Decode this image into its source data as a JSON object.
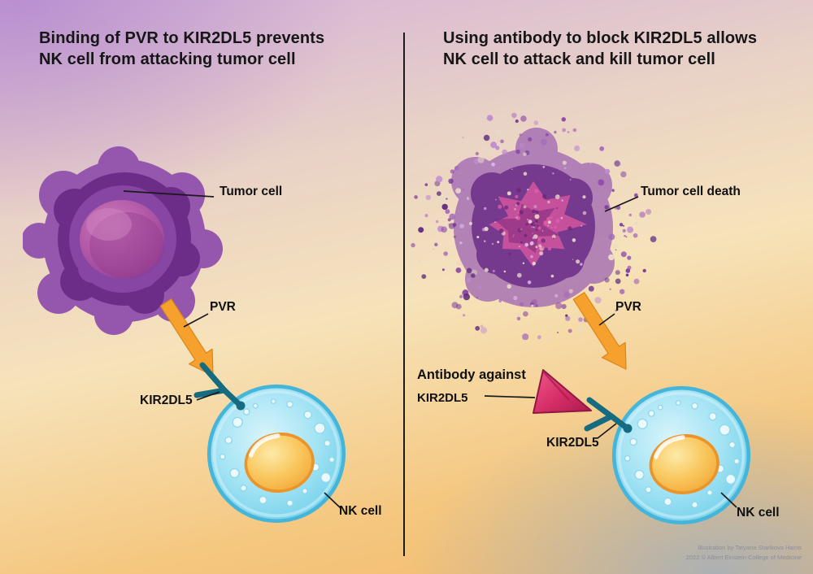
{
  "left_panel": {
    "title": "Binding of PVR to KIR2DL5 prevents\nNK cell from attacking tumor cell",
    "labels": {
      "tumor_cell": "Tumor cell",
      "pvr": "PVR",
      "kir2dl5": "KIR2DL5",
      "nk_cell": "NK cell"
    }
  },
  "right_panel": {
    "title": "Using antibody to block KIR2DL5 allows\nNK cell to attack and kill tumor cell",
    "labels": {
      "tumor_cell_death": "Tumor cell death",
      "pvr": "PVR",
      "antibody_line1": "Antibody against",
      "antibody_line2": "KIR2DL5",
      "kir2dl5": "KIR2DL5",
      "nk_cell": "NK cell"
    }
  },
  "credit": "Illustration by Tatyana Starikova Harris\n2022 © Albert Einstein College of Medicine",
  "colors": {
    "tumor_cell_purple": "#8a48a4",
    "tumor_ring_dark_purple": "#6b2d88",
    "tumor_nucleus_magenta": "#b4569f",
    "nk_cell_blue": "#7fd6ee",
    "nk_cell_edge_blue": "#45b5da",
    "nk_nucleus_yellow": "#f9c85f",
    "pvr_arrow_orange": "#f6a02d",
    "kir2dl5_teal": "#156b80",
    "antibody_pink": "#d62d66",
    "divider_black": "#1c1c1c"
  }
}
